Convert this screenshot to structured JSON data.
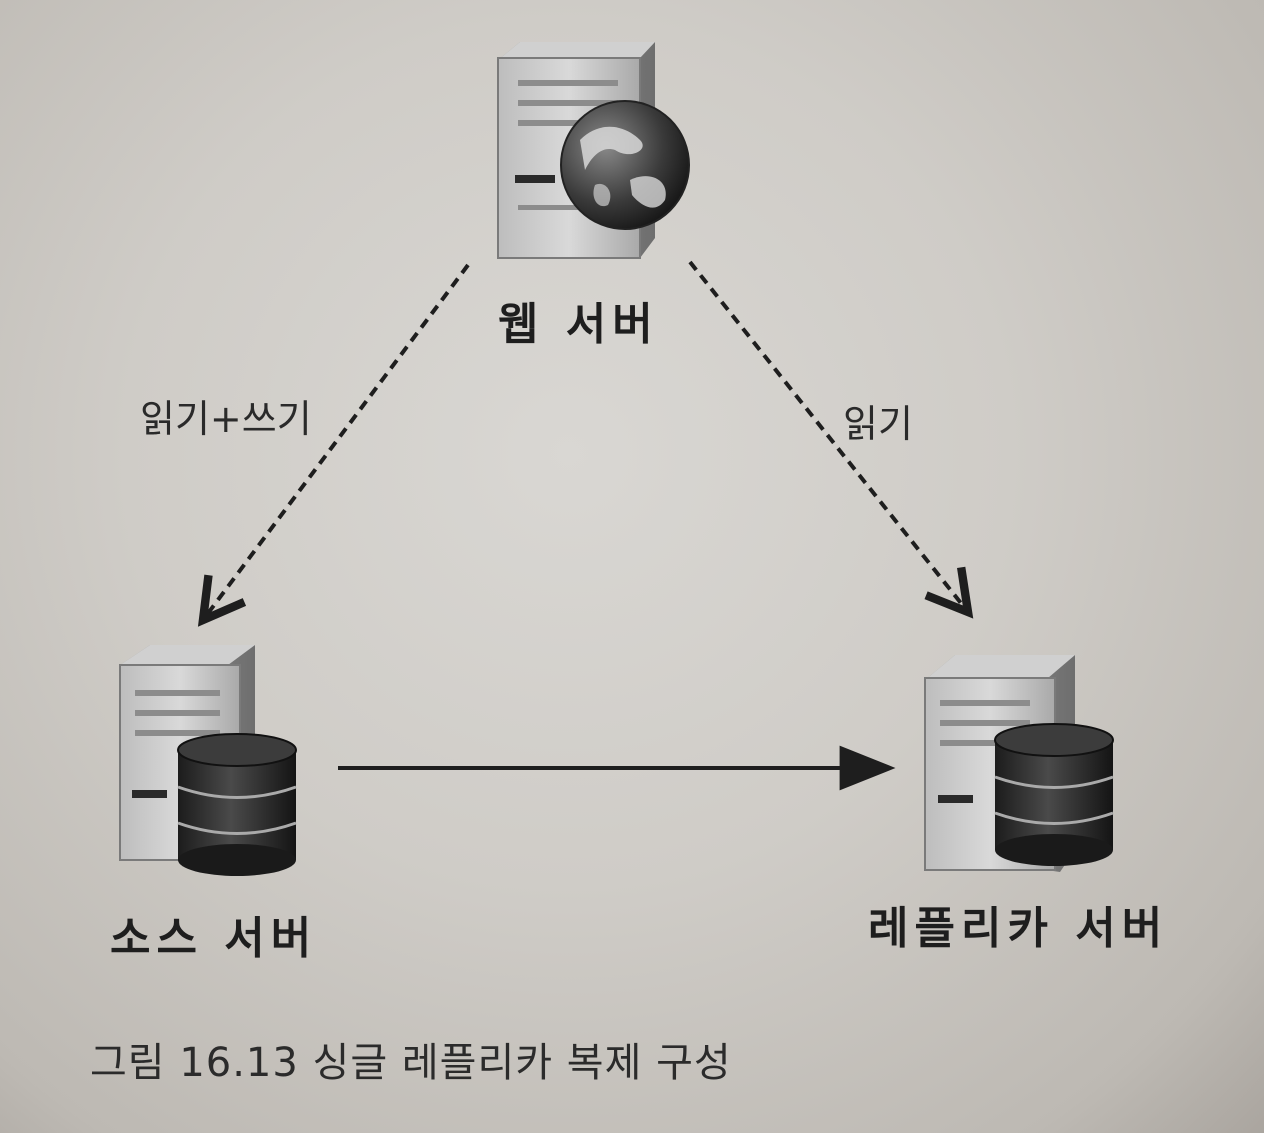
{
  "nodes": {
    "web": {
      "label": "웹 서버",
      "icon": "web-server-globe-icon"
    },
    "source": {
      "label": "소스 서버",
      "icon": "database-server-icon"
    },
    "replica": {
      "label": "레플리카 서버",
      "icon": "database-server-icon"
    }
  },
  "edges": {
    "web_to_source": {
      "label": "읽기+쓰기",
      "style": "dashed"
    },
    "web_to_replica": {
      "label": "읽기",
      "style": "dashed"
    },
    "source_to_replica": {
      "label": "",
      "style": "solid"
    }
  },
  "caption": "그림 16.13 싱글 레플리카 복제 구성",
  "colors": {
    "background": "#d2cfca",
    "ink": "#1e1e1e",
    "server_case": "#c9c9c9",
    "disk": "#2f2f2f"
  }
}
